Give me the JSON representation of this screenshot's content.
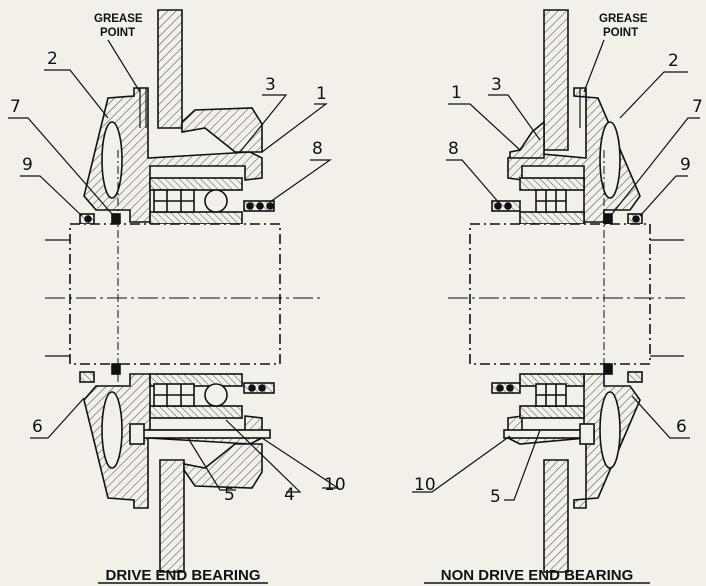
{
  "drive_end": {
    "caption": "DRIVE END BEARING",
    "grease_point": [
      "GREASE",
      "POINT"
    ],
    "labels": {
      "l1": "1",
      "l2": "2",
      "l3": "3",
      "l4": "4",
      "l5": "5",
      "l6": "6",
      "l7": "7",
      "l8": "8",
      "l9": "9",
      "l10": "10"
    }
  },
  "non_drive_end": {
    "caption": "NON DRIVE END BEARING",
    "grease_point": [
      "GREASE",
      "POINT"
    ],
    "labels": {
      "l1": "1",
      "l2": "2",
      "l3": "3",
      "l5": "5",
      "l6": "6",
      "l7": "7",
      "l8": "8",
      "l9": "9",
      "l10": "10"
    }
  },
  "colors": {
    "background": "#f2f0e8",
    "line": "#111111",
    "hatch": "#555555"
  }
}
